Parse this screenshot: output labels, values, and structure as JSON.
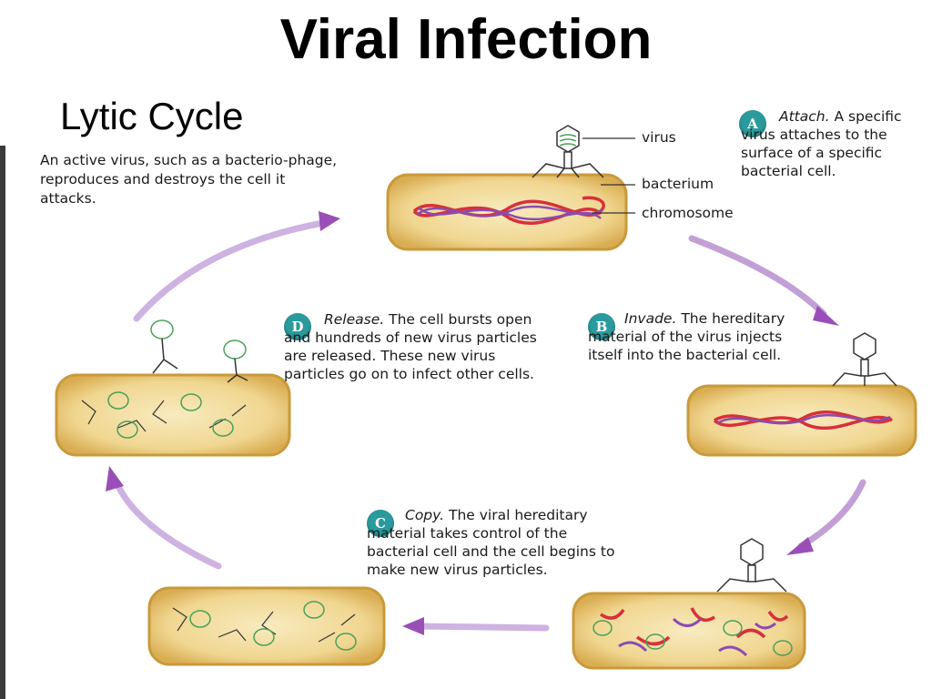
{
  "title": "Viral Infection",
  "subtitle": "Lytic Cycle",
  "intro": "An active virus, such as a bacterio-phage, reproduces and destroys the cell it attacks.",
  "labels": {
    "virus": "virus",
    "bacterium": "bacterium",
    "chromosome": "chromosome"
  },
  "steps": [
    {
      "letter": "A",
      "name": "Attach.",
      "text": "A specific virus attaches to the surface of a specific bacterial cell."
    },
    {
      "letter": "B",
      "name": "Invade.",
      "text": "The hereditary material of the virus injects itself into the bacterial cell."
    },
    {
      "letter": "C",
      "name": "Copy.",
      "text": "The viral hereditary material takes control of the bacterial cell and the cell begins to make new virus particles."
    },
    {
      "letter": "D",
      "name": "Release.",
      "text": "The cell bursts open and hundreds of new virus particles are released. These new virus particles go on to infect other cells."
    }
  ],
  "colors": {
    "cell_fill": "#f2dc9a",
    "cell_border": "#c99a3a",
    "dna_red": "#d8303a",
    "dna_purple": "#8a4bb0",
    "arrow": "#9a4fb8",
    "badge": "#2b9a9c",
    "virus_green": "#4aa05a"
  }
}
